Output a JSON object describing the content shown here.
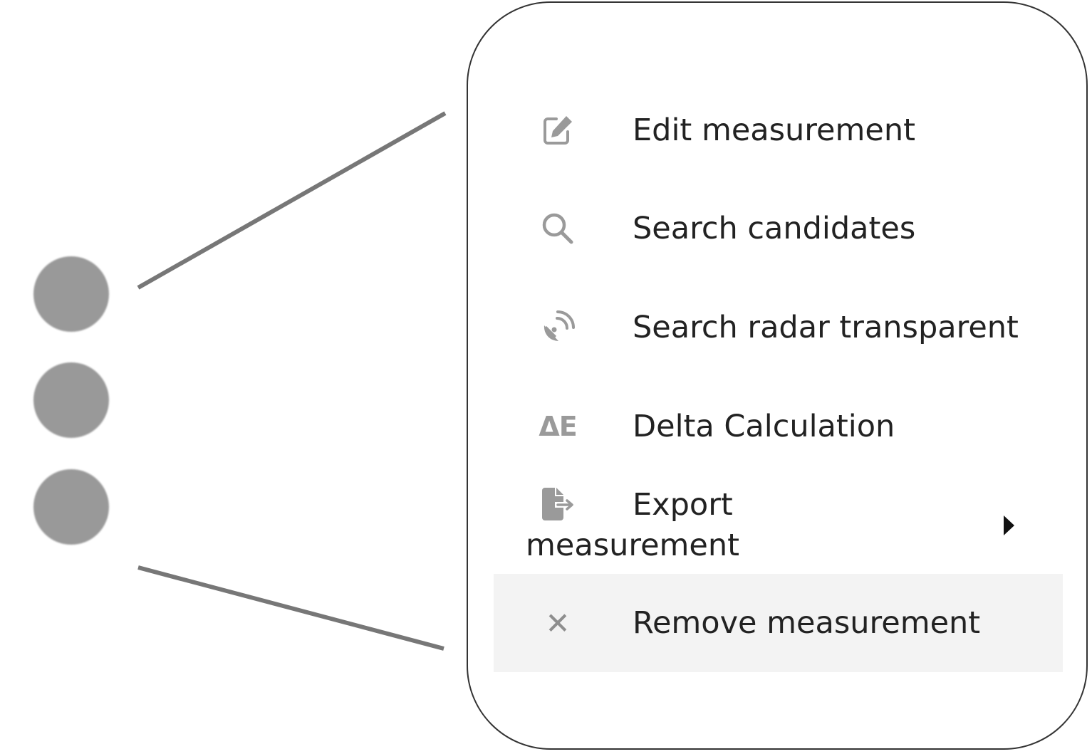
{
  "kebab_menu": {
    "icon": "kebab-vertical-icon",
    "dot_color": "#999999"
  },
  "context_menu": {
    "items": [
      {
        "label": "Edit measurement",
        "icon": "edit-icon"
      },
      {
        "label": "Search candidates",
        "icon": "search-icon"
      },
      {
        "label": "Search radar transparent",
        "icon": "satellite-dish-icon"
      },
      {
        "label": "Delta Calculation",
        "icon": "delta-e-icon",
        "icon_text": "ΔE"
      },
      {
        "label_line1": "Export",
        "label_line2": "measurement",
        "icon": "file-export-icon",
        "has_submenu": true
      },
      {
        "label": "Remove measurement",
        "icon": "close-icon",
        "icon_text": "✕",
        "highlighted": true
      }
    ],
    "hover_background": "#f3f3f3",
    "icon_color": "#9a9a9a",
    "frame_color": "#333333"
  }
}
